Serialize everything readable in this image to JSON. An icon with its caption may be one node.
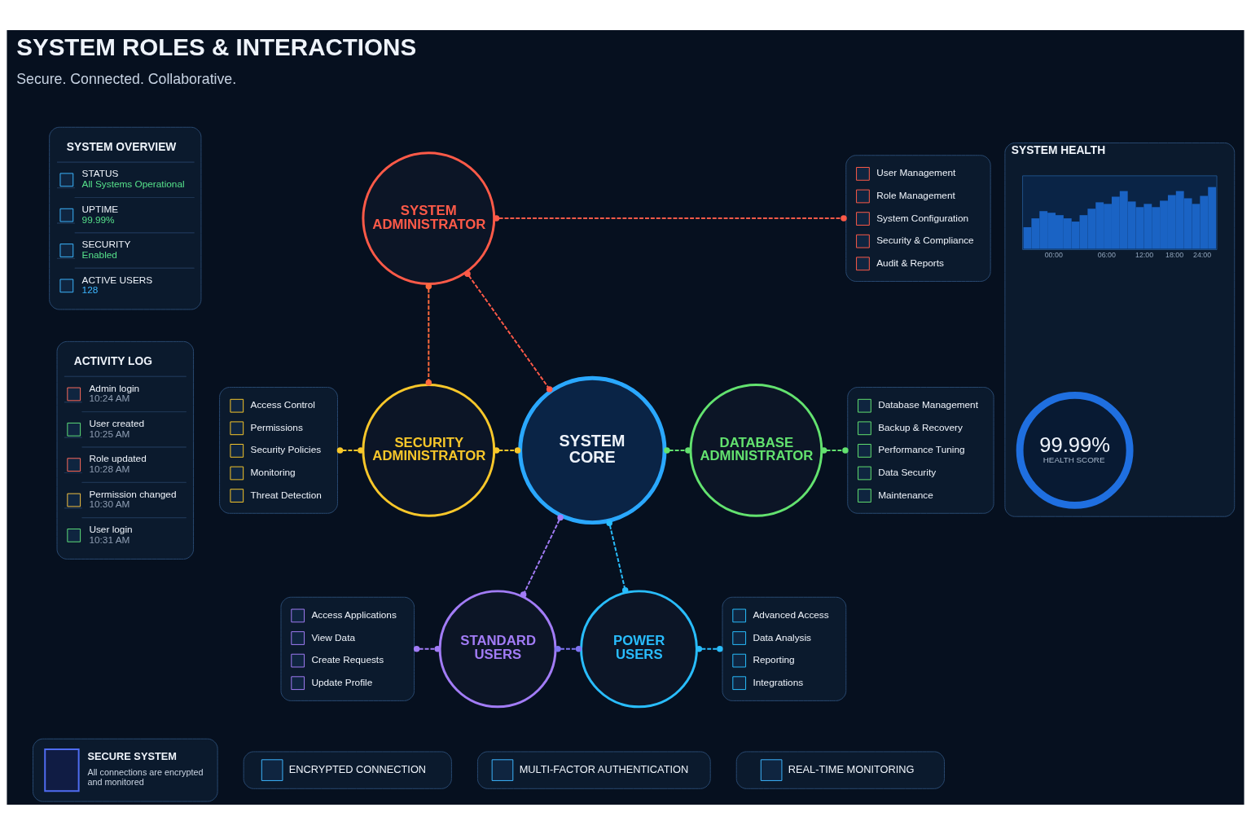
{
  "diagram": {
    "title": "SYSTEM ROLES & INTERACTIONS",
    "nodes": [
      {
        "text": [
          "SYSTEM OVERVIEW",
          "STATUS",
          "All Systems Operational",
          "UPTIME",
          "99.99%",
          "SECURITY",
          "Enabled",
          "ACTIVE USERS",
          "128"
        ]
      },
      {
        "text": [
          "ACTIVITY LOG",
          "Admin login",
          "10:24 AM",
          "User created",
          "10:25 AM",
          "Role updated",
          "10:28 AM",
          "Permission changed",
          "10:30 AM",
          "User login",
          "10:31 AM"
        ]
      },
      {
        "text": [
          "SECURE SYSTEM",
          "All connections are encrypted and monitored"
        ]
      },
      {
        "text": [
          "SYSTEM ADMINISTRATOR"
        ]
      },
      {
        "text": [
          "User Management",
          "Role Management",
          "System Configuration",
          "Security & Compliance",
          "Audit & Reports"
        ]
      },
      {
        "text": [
          "SYSTEM HEALTH"
        ]
      },
      {
        "text": [
          "99.99%",
          "HEALTH SCORE"
        ],
        "in": 5
      },
      {
        "text": [
          "Access Control",
          "Permissions",
          "Security Policies",
          "Monitoring",
          "Threat Detection"
        ]
      },
      {
        "text": [
          "SECURITY ADMINISTRATOR"
        ]
      },
      {
        "text": [
          "SYSTEM CORE"
        ]
      },
      {
        "text": [
          "DATABASE ADMINISTRATOR"
        ]
      },
      {
        "text": [
          "Database Management",
          "Backup & Recovery",
          "Performance Tuning",
          "Data Security",
          "Maintenance"
        ]
      },
      {
        "text": [
          "Access Applications",
          "View Data",
          "Create Requests",
          "Update Profile"
        ]
      },
      {
        "text": [
          "STANDARD USERS"
        ]
      },
      {
        "text": [
          "POWER USERS"
        ]
      },
      {
        "text": [
          "Advanced Access",
          "Data Analysis",
          "Reporting",
          "Integrations"
        ]
      },
      {
        "text": [
          "ENCRYPTED CONNECTION"
        ]
      },
      {
        "text": [
          "MULTI-FACTOR AUTHENTICATION"
        ]
      },
      {
        "text": [
          "REAL-TIME MONITORING"
        ]
      }
    ],
    "edges": [
      {
        "from": 3,
        "to": 4,
        "arrow": "other",
        "style": "dashed",
        "color": "#ff5a48"
      },
      {
        "from": 3,
        "to": 8,
        "arrow": "other",
        "style": "dashed",
        "color": "#ff6a3d"
      },
      {
        "from": 3,
        "to": 9,
        "arrow": "other",
        "style": "dashed",
        "color": "#ff5a48"
      },
      {
        "from": 7,
        "to": 8,
        "arrow": "other",
        "style": "dashed",
        "color": "#f8c72a"
      },
      {
        "from": 8,
        "to": 9,
        "arrow": "other",
        "style": "dashed",
        "color": "#f8c72a"
      },
      {
        "from": 9,
        "to": 10,
        "arrow": "other",
        "style": "dashed",
        "color": "#63e26f"
      },
      {
        "from": 10,
        "to": 11,
        "arrow": "other",
        "style": "dashed",
        "color": "#63e26f"
      },
      {
        "from": 9,
        "to": 13,
        "arrow": "other",
        "style": "dashed",
        "color": "#a27cf6"
      },
      {
        "from": 9,
        "to": 14,
        "arrow": "other",
        "style": "dashed",
        "color": "#29bdfd"
      },
      {
        "from": 12,
        "to": 13,
        "arrow": "other",
        "style": "dashed",
        "color": "#a27cf6"
      },
      {
        "from": 13,
        "to": 14,
        "arrow": "other",
        "style": "dashed",
        "color": "#7f74f2"
      },
      {
        "from": 14,
        "to": 15,
        "arrow": "other",
        "style": "dashed",
        "color": "#29bdfd"
      }
    ],
    "labels": [
      "Secure. Connected. Collaborative.",
      "00:00",
      "06:00",
      "12:00",
      "18:00",
      "24:00"
    ]
  }
}
